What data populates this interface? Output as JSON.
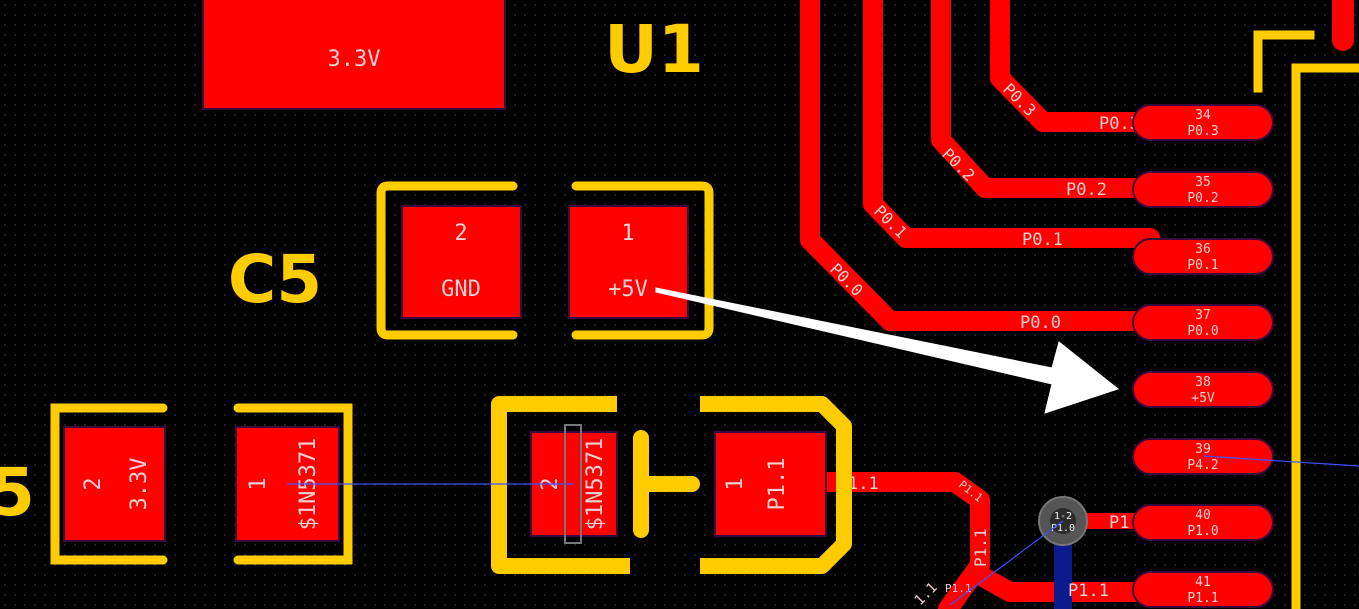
{
  "colors": {
    "background": "#000000",
    "copper": "#ff0000",
    "pad_outline": "#3a0a3a",
    "silkscreen": "#ffcc00",
    "pad_label": "#f5d0d0",
    "ratsnest": "#3f4fff",
    "via": "#555555",
    "bottom_trace": "#0b1a8c",
    "arrow": "#ffffff"
  },
  "designators": {
    "u1": "U1",
    "c5": "C5",
    "left_partial": "5"
  },
  "regulator_pad": {
    "net": "3.3V"
  },
  "c5_pads": [
    {
      "num": "2",
      "net": "GND"
    },
    {
      "num": "1",
      "net": "+5V"
    }
  ],
  "left_part_pads": [
    {
      "num": "2",
      "net": "3.3V"
    },
    {
      "num": "1",
      "net": "$1N5371"
    }
  ],
  "diode_pads": [
    {
      "num": "2",
      "net": "$1N5371"
    },
    {
      "num": "1",
      "net": "P1.1"
    }
  ],
  "ic_pins": [
    {
      "num": "34",
      "net": "P0.3"
    },
    {
      "num": "35",
      "net": "P0.2"
    },
    {
      "num": "36",
      "net": "P0.1"
    },
    {
      "num": "37",
      "net": "P0.0"
    },
    {
      "num": "38",
      "net": "+5V"
    },
    {
      "num": "39",
      "net": "P4.2"
    },
    {
      "num": "40",
      "net": "P1.0"
    },
    {
      "num": "41",
      "net": "P1.1"
    }
  ],
  "trace_labels": {
    "p03_diag": "P0.3",
    "p03_horiz": "P0.3",
    "p02_diag": "P0.2",
    "p02_horiz": "P0.2",
    "p01_diag": "P0.1",
    "p01_horiz": "P0.1",
    "p00_diag": "P0.0",
    "p00_horiz": "P0.0",
    "p10_horiz": "P1.0",
    "p11_horiz": "P1.1",
    "p11_partial": "1.1",
    "p11_small_a": "P1.1",
    "p11_vert": "P1.1",
    "p11_small_b": "P1.1",
    "p11_edge": "1.1"
  },
  "via": {
    "layers": "1-2",
    "net": "P1.0"
  }
}
